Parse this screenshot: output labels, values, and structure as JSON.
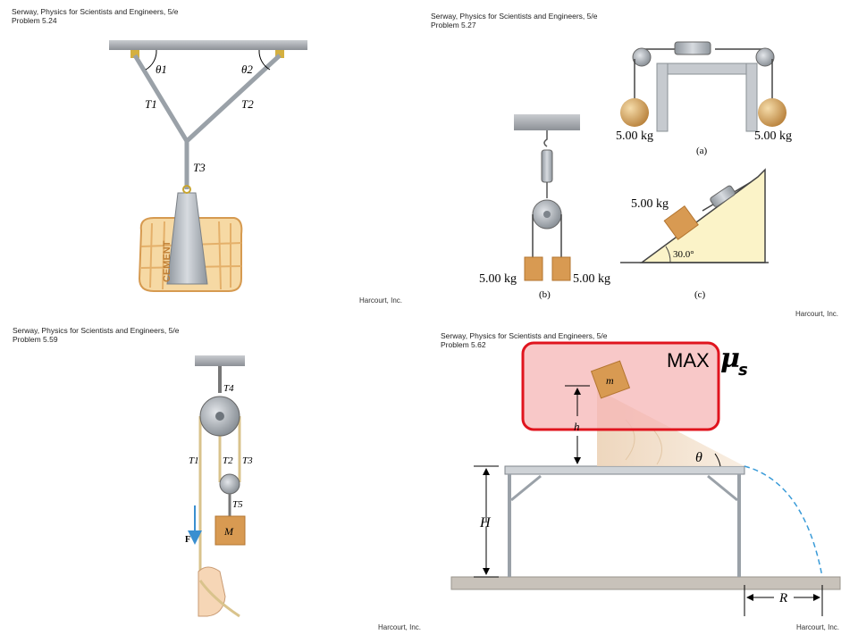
{
  "p1": {
    "caption": [
      "Serway, Physics for Scientists and Engineers, 5/e",
      "Problem 5.24"
    ],
    "credit": "Harcourt, Inc.",
    "labels": {
      "theta1": "θ1",
      "theta2": "θ2",
      "t1": "T1",
      "t2": "T2",
      "t3": "T3",
      "cement": "CEMENT"
    }
  },
  "p2": {
    "caption": [
      "Serway, Physics for Scientists and Engineers, 5/e",
      "Problem 5.27"
    ],
    "credit": "Harcourt, Inc.",
    "labels": {
      "mass_a_left": "5.00 kg",
      "mass_a_right": "5.00 kg",
      "part_a": "(a)",
      "mass_b_left": "5.00 kg",
      "mass_b_right": "5.00 kg",
      "part_b": "(b)",
      "mass_c": "5.00 kg",
      "angle_c": "30.0°",
      "part_c": "(c)"
    }
  },
  "p3": {
    "caption": [
      "Serway, Physics for Scientists and Engineers, 5/e",
      "Problem 5.59"
    ],
    "credit": "Harcourt, Inc.",
    "labels": {
      "t1": "T1",
      "t2": "T2",
      "t3": "T3",
      "t4": "T4",
      "t5": "T5",
      "force": "F",
      "mass": "M"
    }
  },
  "p4": {
    "caption": [
      "Serway, Physics for Scientists and Engineers, 5/e",
      "Problem 5.62"
    ],
    "credit": "Harcourt, Inc.",
    "labels": {
      "m": "m",
      "h": "h",
      "theta": "θ",
      "H": "H",
      "R": "R"
    },
    "overlay": {
      "max_text": "MAX",
      "mu_symbol": "μ",
      "mu_subscript": "s"
    }
  },
  "colors": {
    "highlight_fill": "#f5b5b5",
    "highlight_border": "#e0141e",
    "block": "#d89a52",
    "steel": "#a7adb4",
    "sphere": "#d7a868",
    "incline": "#fbf3c8",
    "trajectory": "#3a9bd8"
  }
}
